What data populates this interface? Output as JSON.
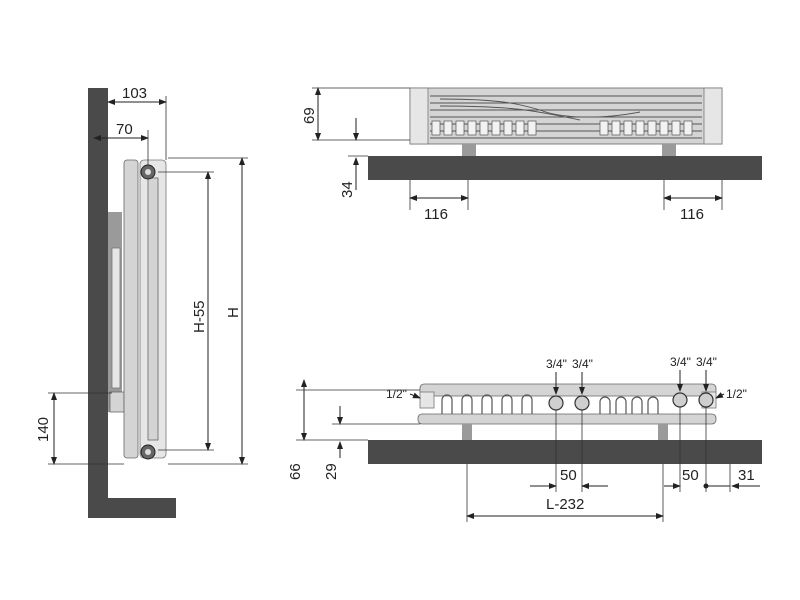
{
  "dims": {
    "side_depth_total": "103",
    "side_depth_wall": "70",
    "side_height_inner": "H-55",
    "side_height_total": "H",
    "side_bottom_offset": "140",
    "top_height": "69",
    "top_gap": "34",
    "top_bracket_left": "116",
    "top_bracket_right": "116",
    "bottom_height_total": "66",
    "bottom_gap": "29",
    "bottom_conn_left": "50",
    "bottom_conn_right": "50",
    "bottom_edge": "31",
    "bottom_length": "L-232"
  },
  "pipes": {
    "left_half": "1/2\"",
    "right_half": "1/2\"",
    "left_a": "3/4\"",
    "left_b": "3/4\"",
    "right_a": "3/4\"",
    "right_b": "3/4\""
  },
  "colors": {
    "wall": "#4a4a4a",
    "radiator": "#d4d4d4",
    "line": "#222222"
  }
}
